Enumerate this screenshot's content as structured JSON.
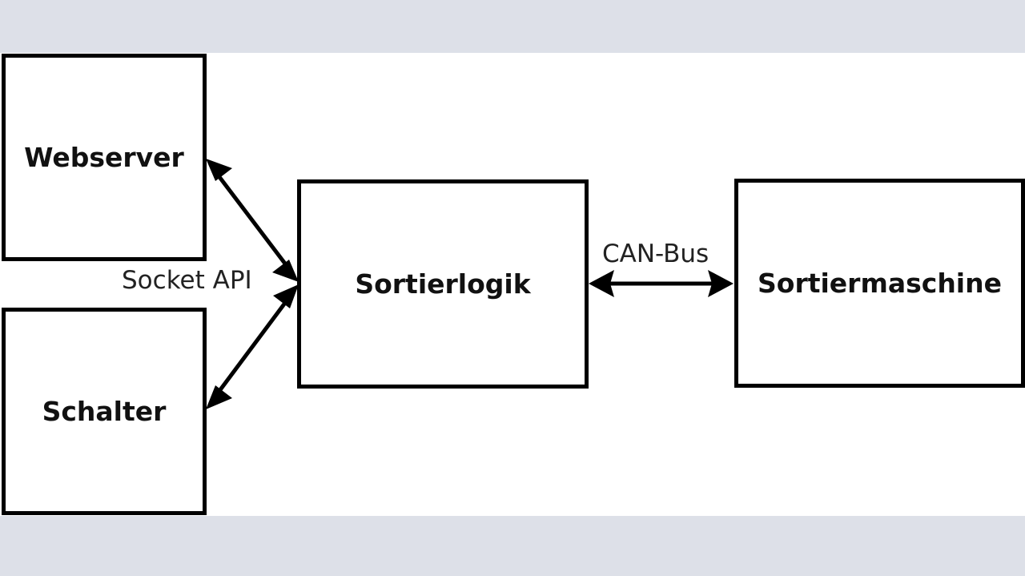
{
  "diagram": {
    "nodes": {
      "webserver": "Webserver",
      "schalter": "Schalter",
      "sortierlogik": "Sortierlogik",
      "sortiermaschine": "Sortiermaschine"
    },
    "edges": {
      "socket_api": "Socket API",
      "can_bus": "CAN-Bus"
    },
    "colors": {
      "stroke": "#000000",
      "background": "#ffffff",
      "frame": "#dde0e8"
    }
  }
}
